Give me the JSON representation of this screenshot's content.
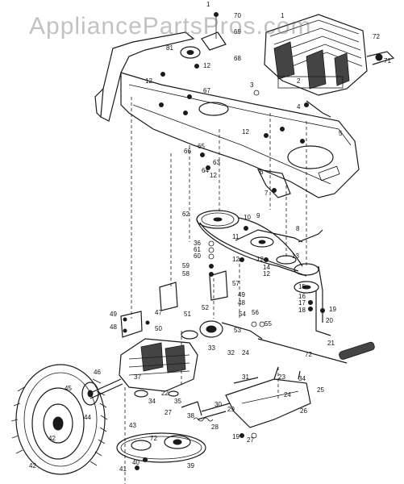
{
  "watermark": "AppliancePartsPros.com",
  "parts": [
    {
      "label": "1"
    },
    {
      "label": "70"
    },
    {
      "label": "69"
    },
    {
      "label": "1"
    },
    {
      "label": "72"
    },
    {
      "label": "71"
    },
    {
      "label": "81"
    },
    {
      "label": "12"
    },
    {
      "label": "68"
    },
    {
      "label": "12"
    },
    {
      "label": "67"
    },
    {
      "label": "3"
    },
    {
      "label": "2"
    },
    {
      "label": "4"
    },
    {
      "label": "5"
    },
    {
      "label": "12"
    },
    {
      "label": "66"
    },
    {
      "label": "65"
    },
    {
      "label": "63"
    },
    {
      "label": "64"
    },
    {
      "label": "12"
    },
    {
      "label": "6"
    },
    {
      "label": "7"
    },
    {
      "label": "62"
    },
    {
      "label": "10"
    },
    {
      "label": "9"
    },
    {
      "label": "11"
    },
    {
      "label": "8"
    },
    {
      "label": "36"
    },
    {
      "label": "61"
    },
    {
      "label": "60"
    },
    {
      "label": "12"
    },
    {
      "label": "12"
    },
    {
      "label": "13"
    },
    {
      "label": "14"
    },
    {
      "label": "12"
    },
    {
      "label": "59"
    },
    {
      "label": "58"
    },
    {
      "label": "15"
    },
    {
      "label": "57"
    },
    {
      "label": "16"
    },
    {
      "label": "17"
    },
    {
      "label": "18"
    },
    {
      "label": "19"
    },
    {
      "label": "47"
    },
    {
      "label": "51"
    },
    {
      "label": "52"
    },
    {
      "label": "49"
    },
    {
      "label": "48"
    },
    {
      "label": "20"
    },
    {
      "label": "49"
    },
    {
      "label": "48"
    },
    {
      "label": "50"
    },
    {
      "label": "54"
    },
    {
      "label": "56"
    },
    {
      "label": "55"
    },
    {
      "label": "53"
    },
    {
      "label": "32"
    },
    {
      "label": "24"
    },
    {
      "label": "33"
    },
    {
      "label": "21"
    },
    {
      "label": "72"
    },
    {
      "label": "46"
    },
    {
      "label": "37"
    },
    {
      "label": "31"
    },
    {
      "label": "23"
    },
    {
      "label": "34"
    },
    {
      "label": "45"
    },
    {
      "label": "22"
    },
    {
      "label": "24"
    },
    {
      "label": "25"
    },
    {
      "label": "34"
    },
    {
      "label": "30"
    },
    {
      "label": "29"
    },
    {
      "label": "26"
    },
    {
      "label": "44"
    },
    {
      "label": "35"
    },
    {
      "label": "38"
    },
    {
      "label": "27"
    },
    {
      "label": "28"
    },
    {
      "label": "43"
    },
    {
      "label": "19"
    },
    {
      "label": "27"
    },
    {
      "label": "42"
    },
    {
      "label": "72"
    },
    {
      "label": "39"
    },
    {
      "label": "41"
    },
    {
      "label": "40"
    },
    {
      "label": "42"
    }
  ]
}
